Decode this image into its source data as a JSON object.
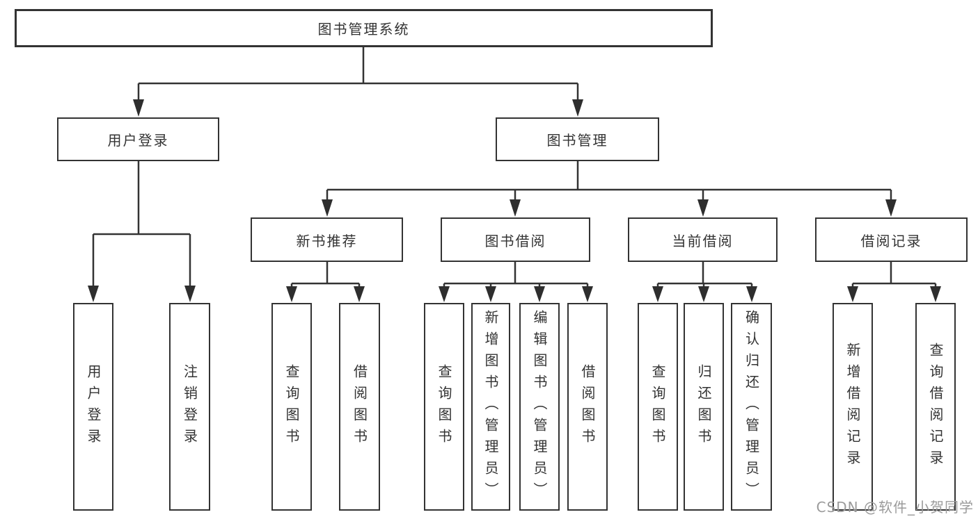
{
  "diagram": {
    "root": {
      "label": "图书管理系统"
    },
    "level2": [
      {
        "label": "用户登录"
      },
      {
        "label": "图书管理"
      }
    ],
    "level3": [
      {
        "label": "新书推荐"
      },
      {
        "label": "图书借阅"
      },
      {
        "label": "当前借阅"
      },
      {
        "label": "借阅记录"
      }
    ],
    "leaves": [
      "用户登录",
      "注销登录",
      "查询图书",
      "借阅图书",
      "查询图书",
      "新增图书（管理员）",
      "编辑图书（管理员）",
      "借阅图书",
      "查询图书",
      "归还图书",
      "确认归还（管理员）",
      "新增借阅记录",
      "查询借阅记录"
    ]
  },
  "watermark": "CSDN @软件_小贺同学",
  "colors": {
    "line": "#333333",
    "box_border": "#333333",
    "text": "#333333",
    "watermark_text": "#9b9b9b",
    "background": "#ffffff"
  }
}
